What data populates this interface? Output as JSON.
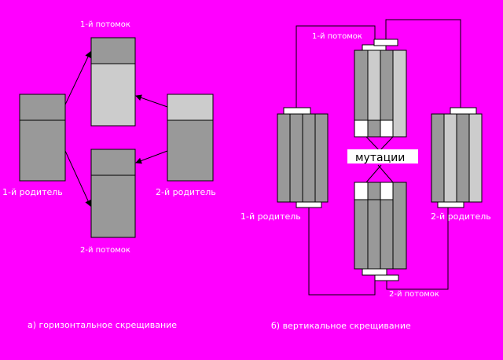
{
  "colors": {
    "background": "#ff00ff",
    "gene_dark": "#999999",
    "gene_light": "#cccccc",
    "white": "#ffffff",
    "outline": "#000000"
  },
  "left_diagram": {
    "offspring1": "1-й потомок",
    "offspring2": "2-й потомок",
    "parent1": "1-й родитель",
    "parent2": "2-й родитель",
    "caption": "а) горизонтальное скрещивание"
  },
  "right_diagram": {
    "offspring1": "1-й потомок",
    "offspring2": "2-й потомок",
    "parent1": "1-й родитель",
    "parent2": "2-й родитель",
    "mutations": "мутации",
    "caption": "б) вертикальное скрещивание"
  }
}
